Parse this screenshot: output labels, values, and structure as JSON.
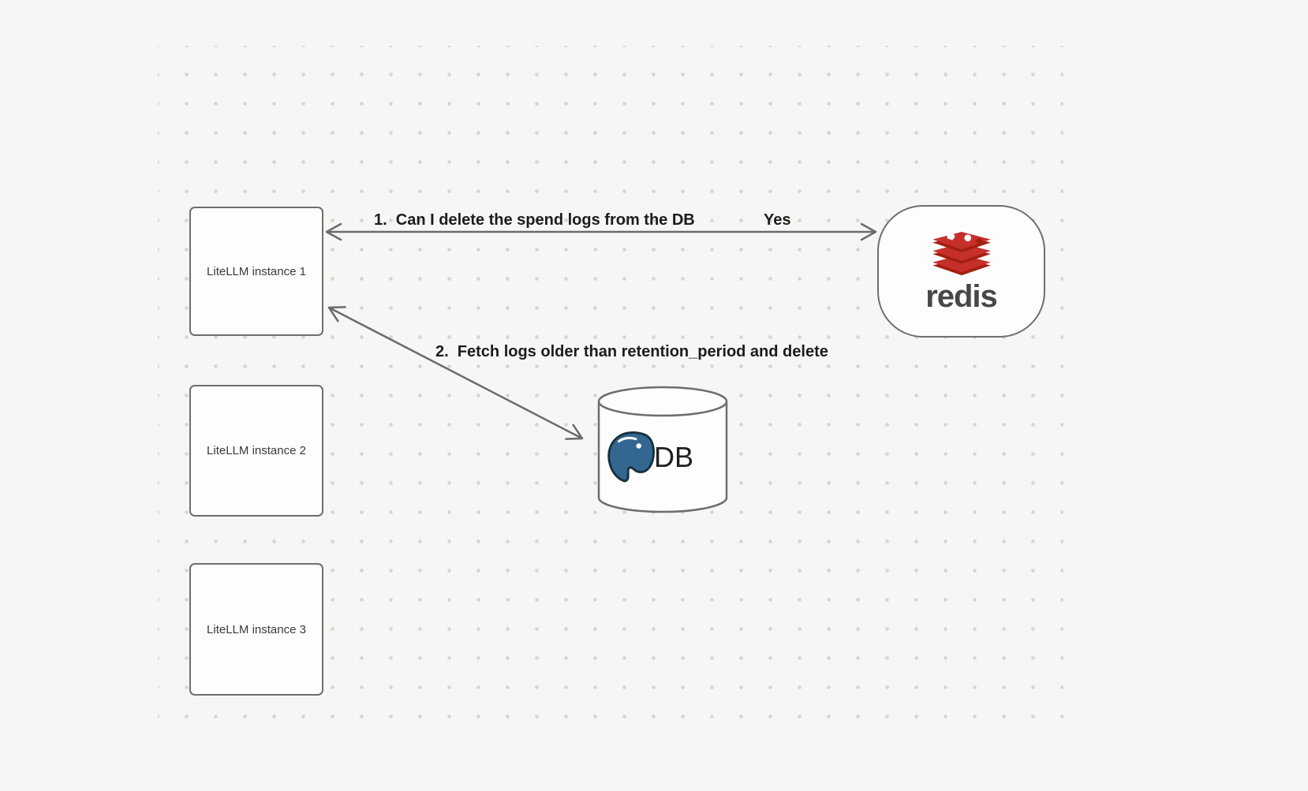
{
  "diagram": {
    "nodes": {
      "litellm1": {
        "label": "LiteLLM instance 1"
      },
      "litellm2": {
        "label": "LiteLLM instance 2"
      },
      "litellm3": {
        "label": "LiteLLM instance 3"
      },
      "redis": {
        "label": "redis",
        "icon": "redis-logo-icon"
      },
      "db": {
        "label": "DB",
        "icon": "postgresql-icon"
      }
    },
    "edges": {
      "edge1": {
        "from": "litellm1",
        "to": "redis",
        "direction": "bidirectional",
        "label": "1.  Can I delete the spend logs from the DB",
        "response": "Yes"
      },
      "edge2": {
        "from": "litellm1",
        "to": "db",
        "direction": "bidirectional",
        "label": "2.  Fetch logs older than retention_period and delete"
      }
    },
    "colors": {
      "background": "#f7f6f4",
      "node_border": "#6e6e6e",
      "arrow": "#6b6b6b",
      "edge_label_text": "#1c1c1c",
      "node_label_text": "#3a3a3a",
      "redis_red": "#c6302b",
      "redis_dark_red": "#a41e11",
      "redis_wordmark": "#474747",
      "postgres_blue": "#336791"
    }
  }
}
